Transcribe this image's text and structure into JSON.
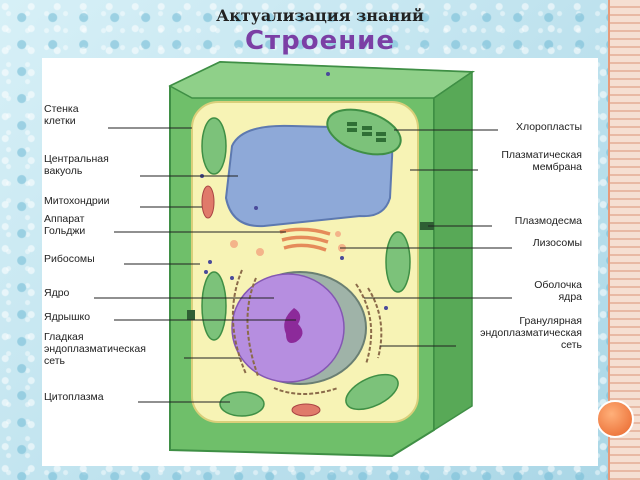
{
  "header": {
    "title": "Актуализация знаний",
    "subtitle": "Строение"
  },
  "labels_left": [
    {
      "id": "wall",
      "lines": [
        "Стенка",
        "клетки"
      ]
    },
    {
      "id": "vacuole",
      "lines": [
        "Центральная",
        "вакуоль"
      ]
    },
    {
      "id": "mito",
      "lines": [
        "Митохондрии"
      ]
    },
    {
      "id": "golgi",
      "lines": [
        "Аппарат",
        "Гольджи"
      ]
    },
    {
      "id": "ribo",
      "lines": [
        "Рибосомы"
      ]
    },
    {
      "id": "nucleus",
      "lines": [
        "Ядро"
      ]
    },
    {
      "id": "nucleolus",
      "lines": [
        "Ядрышко"
      ]
    },
    {
      "id": "ser",
      "lines": [
        "Гладкая",
        "эндоплазматическая",
        "сеть"
      ]
    },
    {
      "id": "cyto",
      "lines": [
        "Цитоплазма"
      ]
    }
  ],
  "labels_right": [
    {
      "id": "chloro",
      "lines": [
        "Хлоропласты"
      ]
    },
    {
      "id": "membrane",
      "lines": [
        "Плазматическая",
        "мембрана"
      ]
    },
    {
      "id": "plasmodesma",
      "lines": [
        "Плазмодесма"
      ]
    },
    {
      "id": "lyso",
      "lines": [
        "Лизосомы"
      ]
    },
    {
      "id": "envelope",
      "lines": [
        "Оболочка",
        "ядра"
      ]
    },
    {
      "id": "rer",
      "lines": [
        "Гранулярная",
        "эндоплазматическая",
        "сеть"
      ]
    }
  ],
  "colors": {
    "wall": "#6fbf6a",
    "wall_dark": "#3f8f45",
    "cytoplasm": "#f7f3b5",
    "vacuole": "#8ea9d8",
    "nucleus": "#b68ee0",
    "chloroplast": "#7cc27a",
    "organelle": "#e9a56a"
  }
}
